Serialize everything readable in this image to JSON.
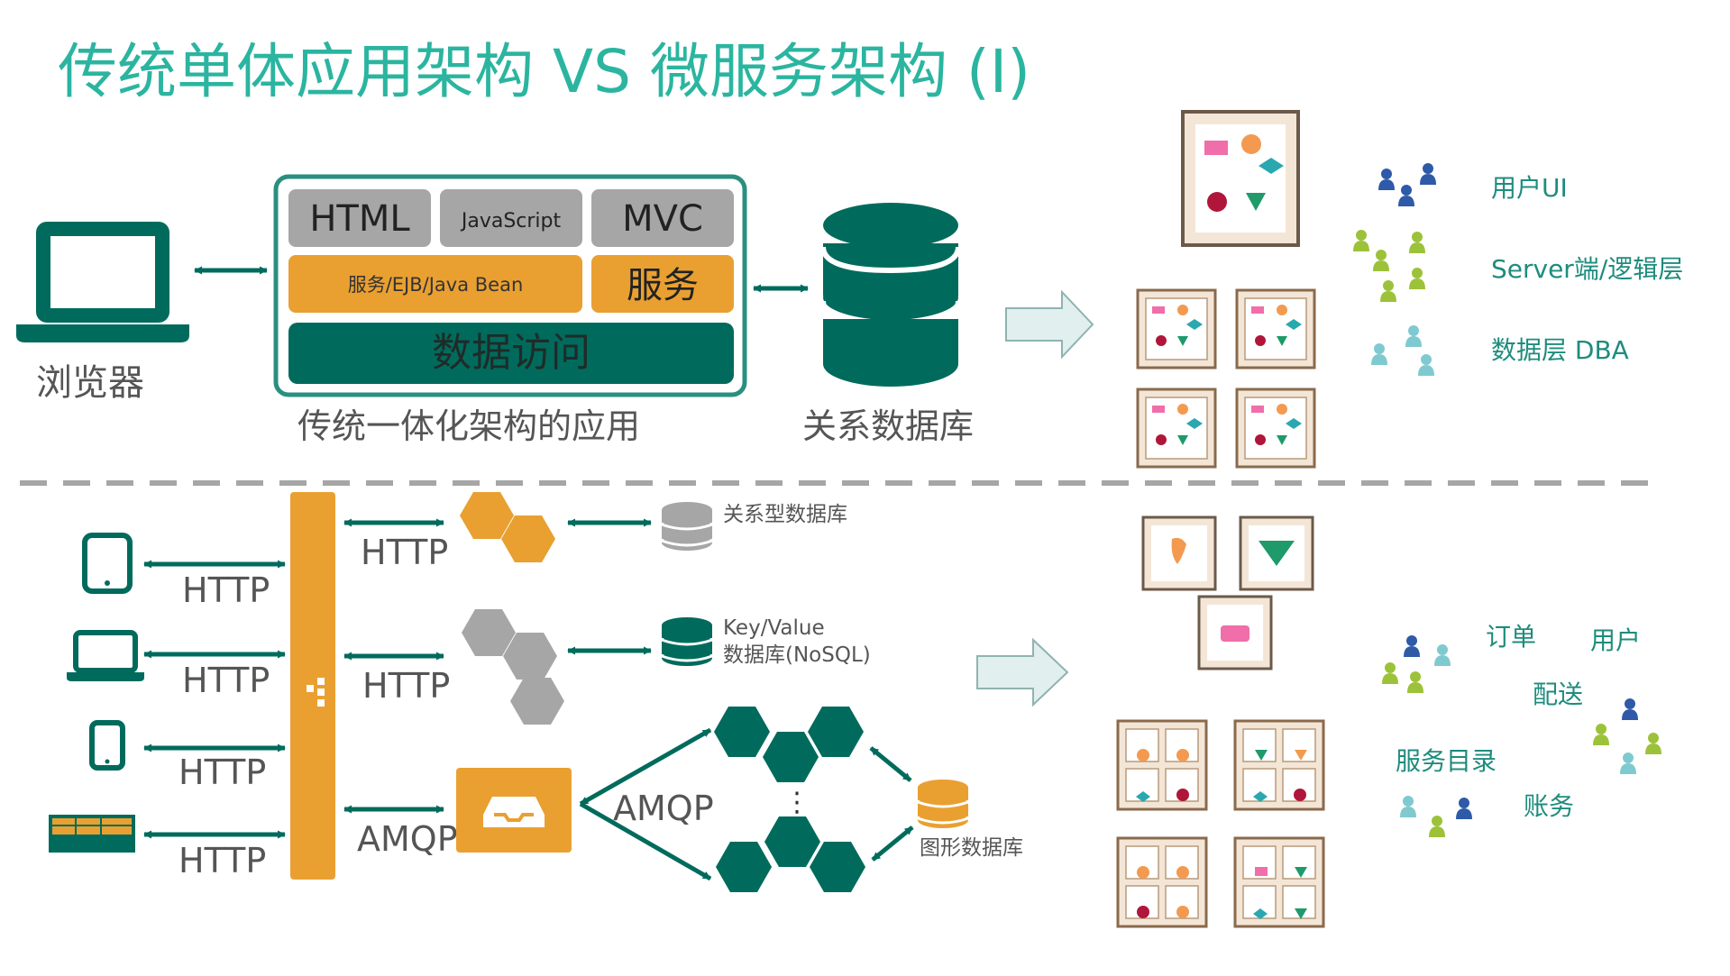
{
  "title": "传统单体应用架构 VS 微服务架构 (I)",
  "colors": {
    "teal": "#006b5c",
    "title": "#2bb5a0",
    "orange": "#e9a031",
    "gray": "#a6a6a6",
    "label": "#555555",
    "arrowFill": "#e1efee",
    "arrowStroke": "#8fb4b0"
  },
  "monolith": {
    "browser_label": "浏览器",
    "stack": {
      "html": "HTML",
      "javascript": "JavaScript",
      "mvc": "MVC",
      "ejb": "服务/EJB/Java Bean",
      "service": "服务",
      "data_access": "数据访问"
    },
    "app_caption": "传统一体化架构的应用",
    "db_caption": "关系数据库",
    "legend": {
      "ui": "用户UI",
      "server": "Server端/逻辑层",
      "dba": "数据层 DBA"
    }
  },
  "microservices": {
    "client_protocols": [
      "HTTP",
      "HTTP",
      "HTTP",
      "HTTP"
    ],
    "service_protocols": {
      "p1": "HTTP",
      "p2": "HTTP",
      "p3": "AMQP",
      "amqp": "AMQP"
    },
    "databases": {
      "relational": "关系型数据库",
      "kv_line1": "Key/Value",
      "kv_line2": "数据库(NoSQL)",
      "graph": "图形数据库"
    },
    "ellipsis": "⋮",
    "team_labels": {
      "order": "订单",
      "user": "用户",
      "delivery": "配送",
      "catalog": "服务目录",
      "billing": "账务"
    }
  }
}
